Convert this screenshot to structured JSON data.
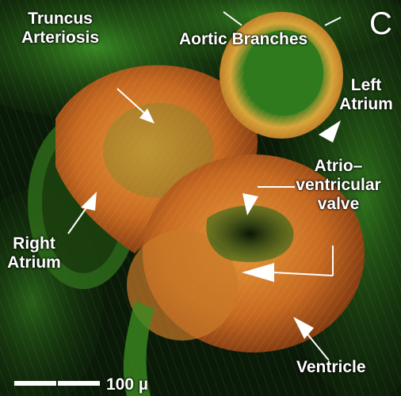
{
  "panel_letter": "C",
  "labels": {
    "truncus": "Truncus Arteriosis",
    "truncus_line1": "Truncus",
    "truncus_line2": "Arteriosis",
    "aortic": "Aortic Branches",
    "left_atrium_line1": "Left",
    "left_atrium_line2": "Atrium",
    "av_line1": "Atrio–",
    "av_line2": "ventricular",
    "av_line3": "valve",
    "right_atrium_line1": "Right",
    "right_atrium_line2": "Atrium",
    "ventricle": "Ventricle"
  },
  "scale_bar": {
    "label": "100 µ"
  },
  "colors": {
    "tissue_green": "#3fae2a",
    "muscle_orange": "#d9802a",
    "muscle_gold": "#e0b040",
    "label_white": "#ffffff"
  }
}
